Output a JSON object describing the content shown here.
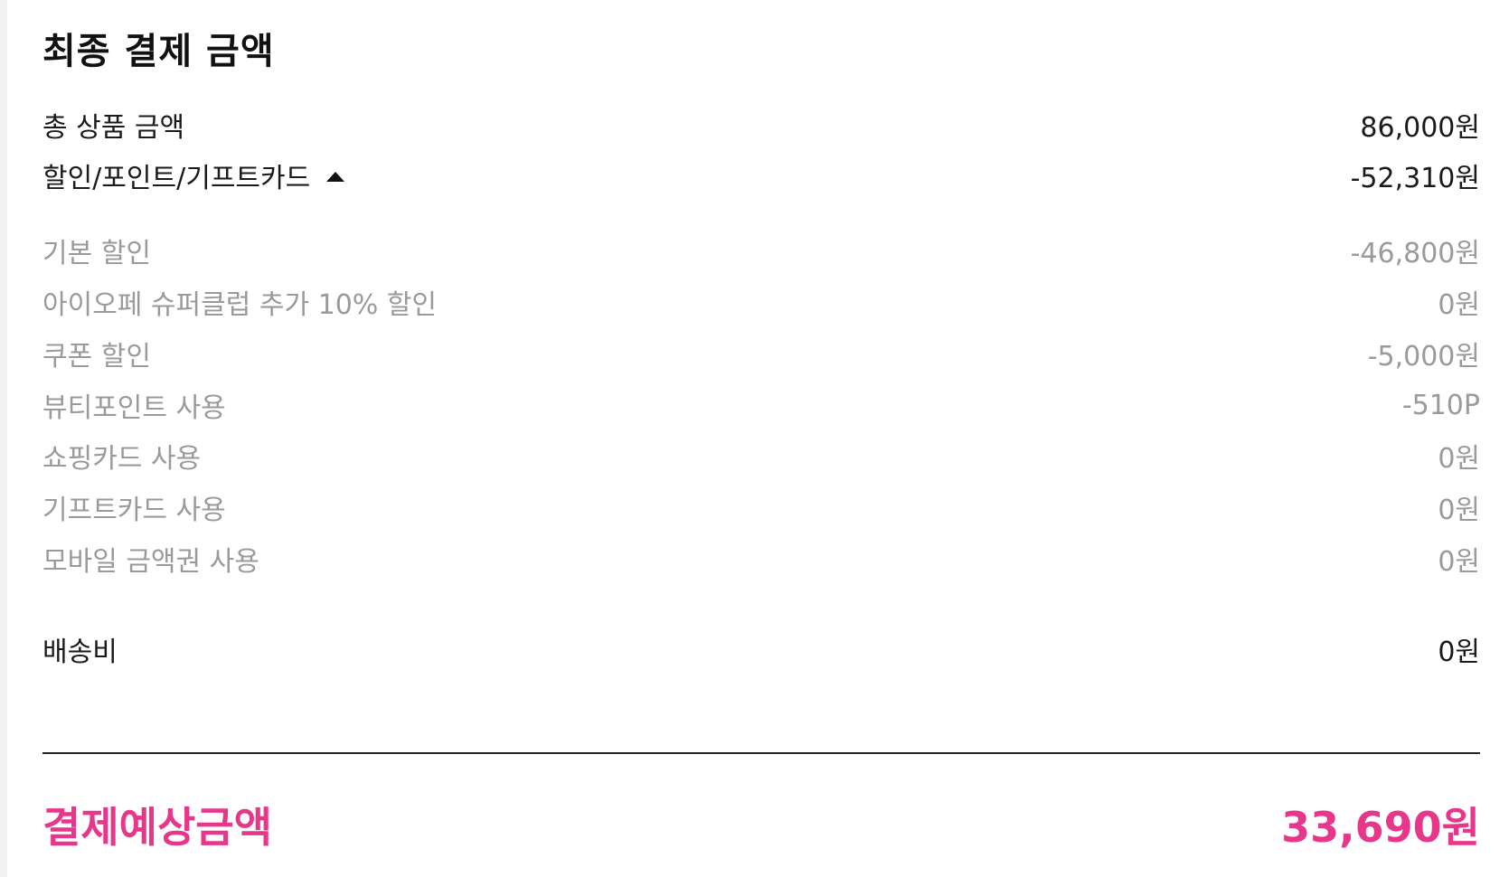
{
  "title": "최종 결제 금액",
  "summary": {
    "subtotal": {
      "label": "총 상품 금액",
      "value": "86,000원"
    },
    "discount": {
      "label": "할인/포인트/기프트카드",
      "value": "-52,310원",
      "expanded": true,
      "toggle_icon": "caret-up-icon"
    }
  },
  "discount_details": [
    {
      "label": "기본 할인",
      "value": "-46,800원"
    },
    {
      "label": "아이오페 슈퍼클럽 추가 10% 할인",
      "value": "0원"
    },
    {
      "label": "쿠폰 할인",
      "value": "-5,000원"
    },
    {
      "label": "뷰티포인트 사용",
      "value": "-510P"
    },
    {
      "label": "쇼핑카드 사용",
      "value": "0원"
    },
    {
      "label": "기프트카드 사용",
      "value": "0원"
    },
    {
      "label": "모바일 금액권 사용",
      "value": "0원"
    }
  ],
  "shipping": {
    "label": "배송비",
    "value": "0원"
  },
  "total": {
    "label": "결제예상금액",
    "value": "33,690원"
  },
  "colors": {
    "accent": "#e6378a",
    "primary_text": "#1a1a1a",
    "muted_text": "#9a9a9a",
    "divider": "#222222"
  }
}
